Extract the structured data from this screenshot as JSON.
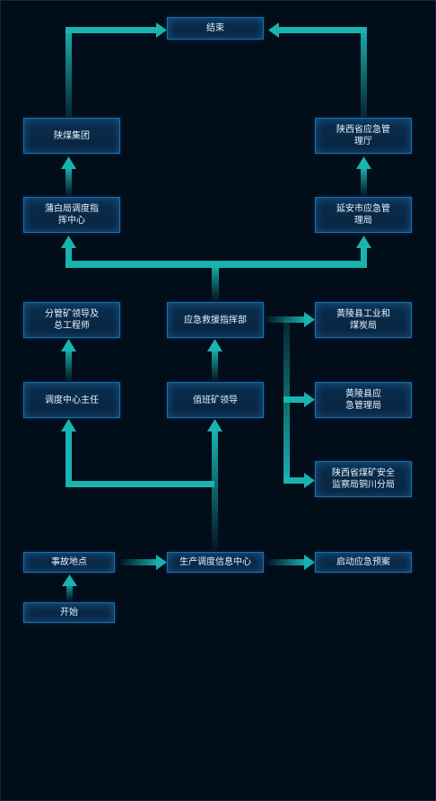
{
  "nodes": {
    "end": "结束",
    "shaanmei": "陕煤集团",
    "shaanxi_emergency": "陕西省应急管\n理厅",
    "pubai": "蒲白局调度指\n挥中心",
    "yanan": "延安市应急管\n理局",
    "fenguan": "分管矿领导及\n总工程师",
    "rescue_hq": "应急救援指挥部",
    "huangling_industry": "黄陵县工业和\n煤炭局",
    "dispatch_director": "调度中心主任",
    "duty_leader": "值班矿领导",
    "huangling_emergency": "黄陵县应\n急管理局",
    "coal_safety": "陕西省煤矿安全\n监察局铜川分局",
    "accident_site": "事故地点",
    "info_center": "生产调度信息中心",
    "start_plan": "启动应急预案",
    "start": "开始"
  },
  "colors": {
    "background": "#020d1a",
    "node_fill": "#0a2e4e",
    "node_border": "#1d6fa8",
    "arrow": "#19b3b0",
    "text": "#e6f3ff"
  }
}
